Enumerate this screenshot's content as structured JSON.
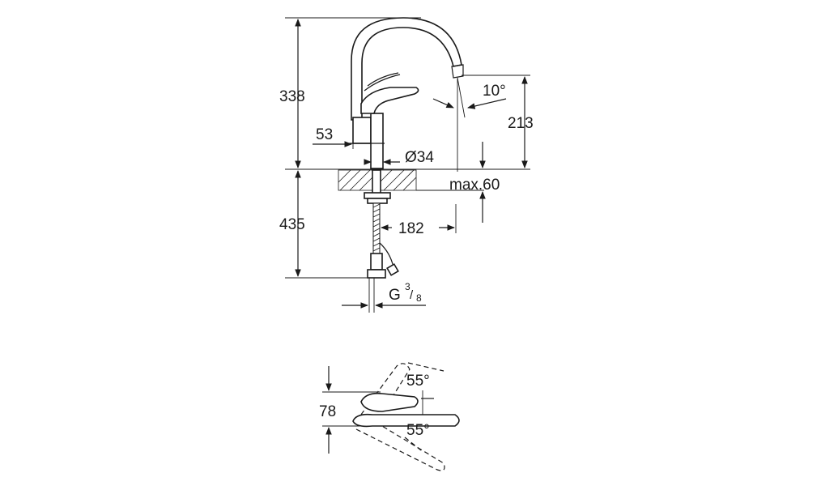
{
  "dimensions": {
    "height_above_deck": "338",
    "height_below_deck": "435",
    "spout_height": "213",
    "spout_angle": "10°",
    "body_offset": "53",
    "body_diameter": "Ø34",
    "deck_thickness": "max.60",
    "spout_reach": "182",
    "connection_thread": "G",
    "thread_num": "3",
    "thread_den": "8",
    "handle_depth": "78",
    "lever_angle_up": "55°",
    "lever_angle_down": "55°"
  },
  "colors": {
    "line": "#1a1a1a",
    "background": "#ffffff"
  }
}
